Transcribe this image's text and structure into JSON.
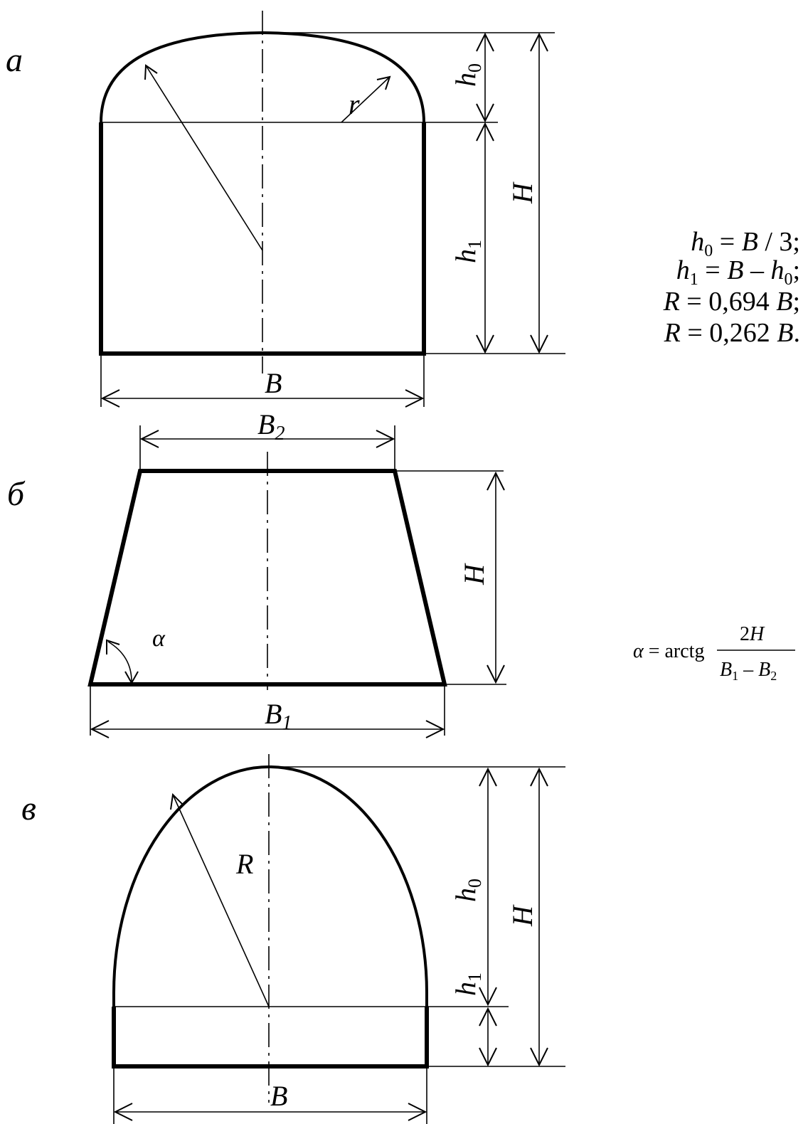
{
  "panels": {
    "a": {
      "label": "а",
      "dim_h0": "h0",
      "dim_h1": "h1",
      "dim_H": "H",
      "dim_B": "B",
      "radius_r": "r"
    },
    "b": {
      "label": "б",
      "dim_H": "H",
      "dim_B1": "B1",
      "dim_B2": "B2",
      "angle": "α"
    },
    "v": {
      "label": "в",
      "dim_h0": "h0",
      "dim_h1": "h1",
      "dim_H": "H",
      "dim_B": "B",
      "radius_R": "R"
    }
  },
  "formulas_a": [
    "h0 = B / 3;",
    "h1 = B – h0;",
    "R = 0,694 B;",
    "R = 0,262 B."
  ],
  "formula_b": {
    "lhs": "α = arctg",
    "numerator": "2H",
    "denominator": "B1 – B2"
  }
}
